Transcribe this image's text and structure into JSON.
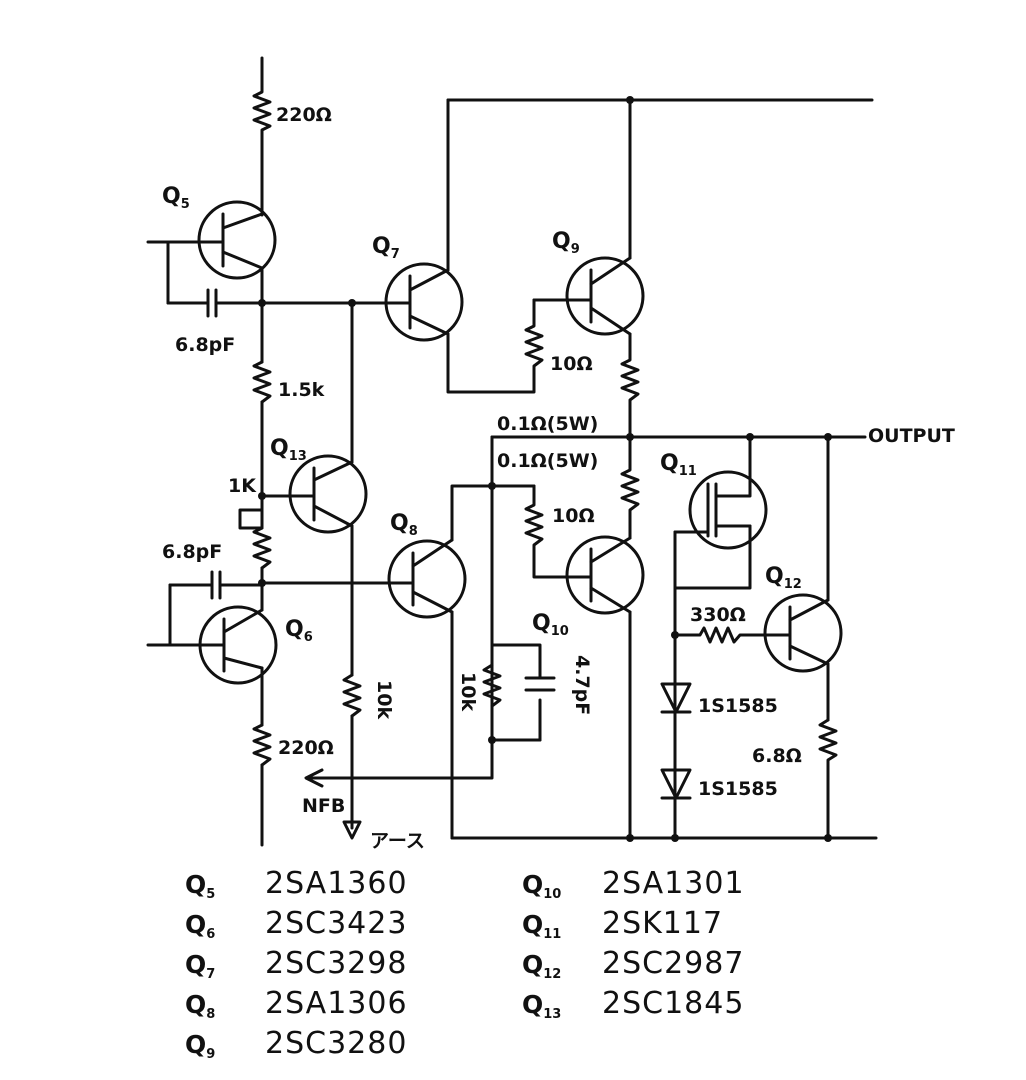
{
  "diagram": {
    "transistors": [
      {
        "id": "q5",
        "prefix": "Q",
        "sub": "5"
      },
      {
        "id": "q6",
        "prefix": "Q",
        "sub": "6"
      },
      {
        "id": "q7",
        "prefix": "Q",
        "sub": "7"
      },
      {
        "id": "q8",
        "prefix": "Q",
        "sub": "8"
      },
      {
        "id": "q9",
        "prefix": "Q",
        "sub": "9"
      },
      {
        "id": "q10",
        "prefix": "Q",
        "sub": "10"
      },
      {
        "id": "q11",
        "prefix": "Q",
        "sub": "11"
      },
      {
        "id": "q12",
        "prefix": "Q",
        "sub": "12"
      },
      {
        "id": "q13",
        "prefix": "Q",
        "sub": "13"
      }
    ],
    "components": {
      "r_top": "220Ω",
      "c_top": "6.8pF",
      "r_15k": "1.5k",
      "r_1k": "1K",
      "c_mid": "6.8pF",
      "r_10k_a": "10k",
      "r_bot": "220Ω",
      "r_10r_top": "10Ω",
      "r_01_top": "0.1Ω(5W)",
      "r_01_bot": "0.1Ω(5W)",
      "r_10r_bot": "10Ω",
      "r_10k_b": "10k",
      "c_47": "4.7pF",
      "r_330": "330Ω",
      "d1": "1S1585",
      "d2": "1S1585",
      "r_68": "6.8Ω"
    },
    "output": "OUTPUT",
    "nfb": "NFB",
    "ground": "アース"
  },
  "parts_list": [
    {
      "q": "Q",
      "sub": "5",
      "part": "2SA1360"
    },
    {
      "q": "Q",
      "sub": "6",
      "part": "2SC3423"
    },
    {
      "q": "Q",
      "sub": "7",
      "part": "2SC3298"
    },
    {
      "q": "Q",
      "sub": "8",
      "part": "2SA1306"
    },
    {
      "q": "Q",
      "sub": "9",
      "part": "2SC3280"
    },
    {
      "q": "Q",
      "sub": "10",
      "part": "2SA1301"
    },
    {
      "q": "Q",
      "sub": "11",
      "part": "2SK117"
    },
    {
      "q": "Q",
      "sub": "12",
      "part": "2SC2987"
    },
    {
      "q": "Q",
      "sub": "13",
      "part": "2SC1845"
    }
  ]
}
